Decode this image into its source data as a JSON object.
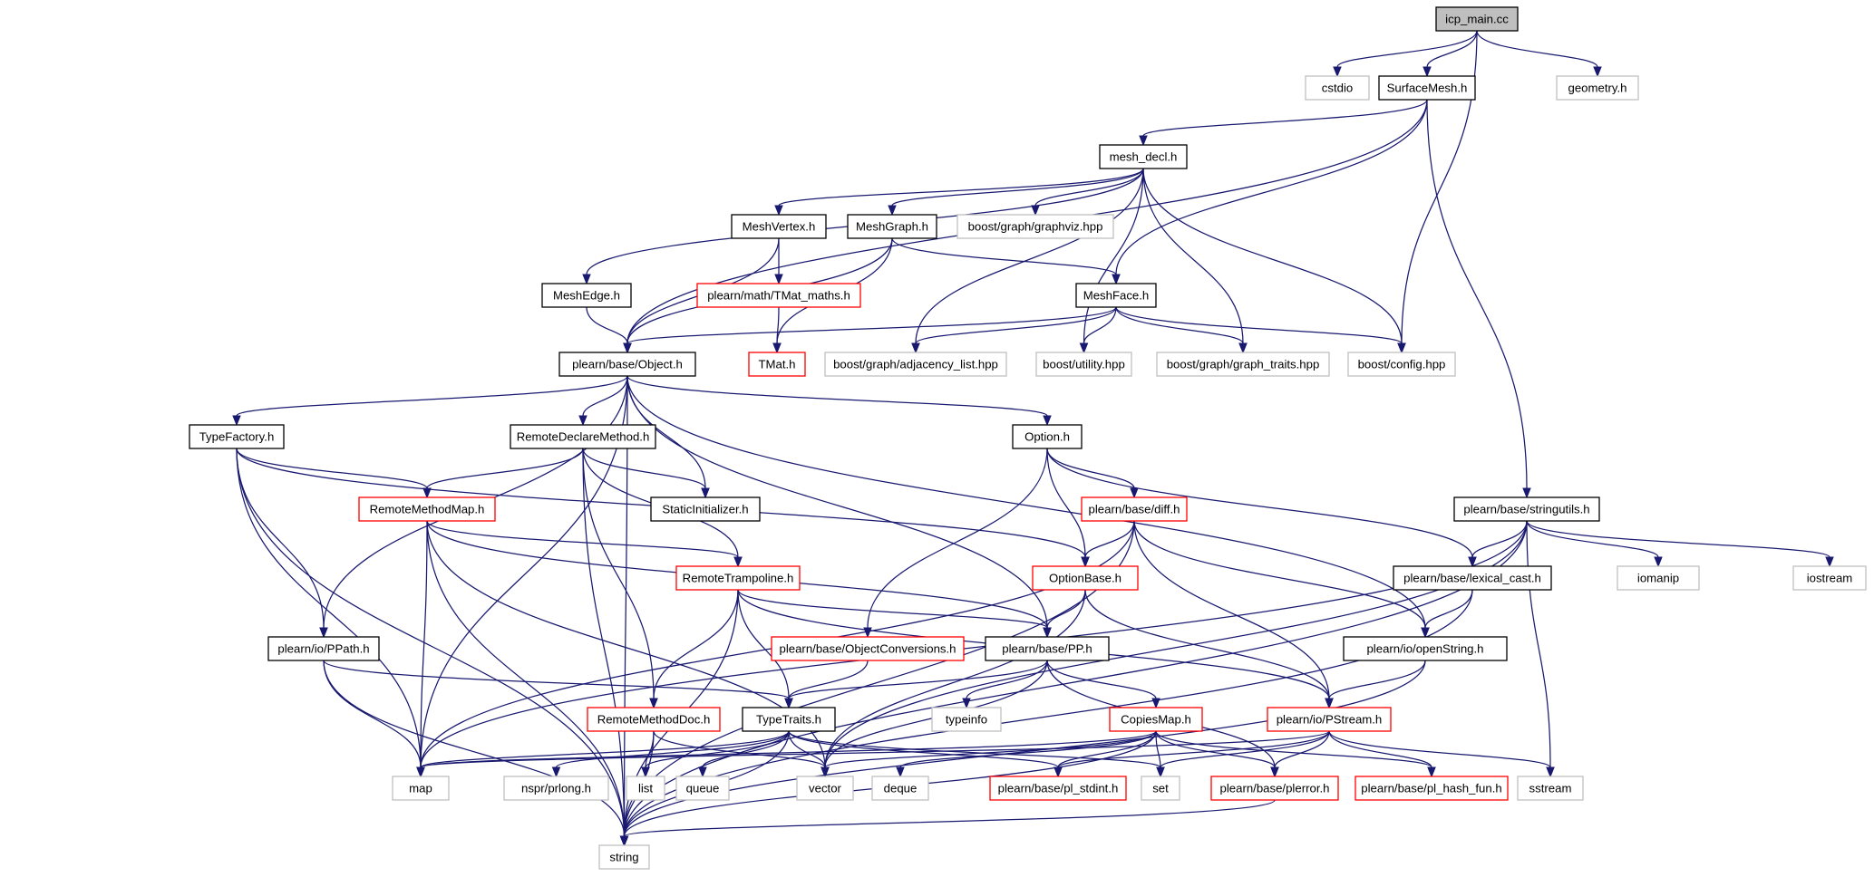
{
  "title": "icp_main.cc",
  "colors": {
    "edge": "#191970",
    "root_fill": "#bfbfbf",
    "root_border": "#000000",
    "documented_border": "#000000",
    "truncated_border": "#ff0000",
    "external_border": "#bfbfbf",
    "external_text": "#000000"
  },
  "nodes": [
    {
      "id": "icp_main",
      "label": "icp_main.cc",
      "kind": "root"
    },
    {
      "id": "cstdio",
      "label": "cstdio",
      "kind": "external"
    },
    {
      "id": "surfacemesh",
      "label": "SurfaceMesh.h",
      "kind": "documented"
    },
    {
      "id": "geometry",
      "label": "geometry.h",
      "kind": "external"
    },
    {
      "id": "mesh_decl",
      "label": "mesh_decl.h",
      "kind": "documented"
    },
    {
      "id": "meshvertex",
      "label": "MeshVertex.h",
      "kind": "documented"
    },
    {
      "id": "meshgraph",
      "label": "MeshGraph.h",
      "kind": "documented"
    },
    {
      "id": "graphviz",
      "label": "boost/graph/graphviz.hpp",
      "kind": "external"
    },
    {
      "id": "meshedge",
      "label": "MeshEdge.h",
      "kind": "documented"
    },
    {
      "id": "tmat_maths",
      "label": "plearn/math/TMat_maths.h",
      "kind": "truncated"
    },
    {
      "id": "meshface",
      "label": "MeshFace.h",
      "kind": "documented"
    },
    {
      "id": "object",
      "label": "plearn/base/Object.h",
      "kind": "documented"
    },
    {
      "id": "tmat",
      "label": "TMat.h",
      "kind": "truncated"
    },
    {
      "id": "adjlist",
      "label": "boost/graph/adjacency_list.hpp",
      "kind": "external"
    },
    {
      "id": "butility",
      "label": "boost/utility.hpp",
      "kind": "external"
    },
    {
      "id": "graphtraits",
      "label": "boost/graph/graph_traits.hpp",
      "kind": "external"
    },
    {
      "id": "bconfig",
      "label": "boost/config.hpp",
      "kind": "external"
    },
    {
      "id": "typefactory",
      "label": "TypeFactory.h",
      "kind": "documented"
    },
    {
      "id": "remotedeclare",
      "label": "RemoteDeclareMethod.h",
      "kind": "documented"
    },
    {
      "id": "option",
      "label": "Option.h",
      "kind": "documented"
    },
    {
      "id": "staticinit",
      "label": "StaticInitializer.h",
      "kind": "documented"
    },
    {
      "id": "remotemethodmap",
      "label": "RemoteMethodMap.h",
      "kind": "truncated"
    },
    {
      "id": "diff",
      "label": "plearn/base/diff.h",
      "kind": "truncated"
    },
    {
      "id": "stringutils",
      "label": "plearn/base/stringutils.h",
      "kind": "documented"
    },
    {
      "id": "iomanip",
      "label": "iomanip",
      "kind": "external"
    },
    {
      "id": "iostream",
      "label": "iostream",
      "kind": "external"
    },
    {
      "id": "remotetrampoline",
      "label": "RemoteTrampoline.h",
      "kind": "truncated"
    },
    {
      "id": "optionbase",
      "label": "OptionBase.h",
      "kind": "truncated"
    },
    {
      "id": "lexicalcast",
      "label": "plearn/base/lexical_cast.h",
      "kind": "documented"
    },
    {
      "id": "ppath",
      "label": "plearn/io/PPath.h",
      "kind": "documented"
    },
    {
      "id": "objconv",
      "label": "plearn/base/ObjectConversions.h",
      "kind": "truncated"
    },
    {
      "id": "pp",
      "label": "plearn/base/PP.h",
      "kind": "documented"
    },
    {
      "id": "openstring",
      "label": "plearn/io/openString.h",
      "kind": "documented"
    },
    {
      "id": "remotemethoddoc",
      "label": "RemoteMethodDoc.h",
      "kind": "truncated"
    },
    {
      "id": "typetraits",
      "label": "TypeTraits.h",
      "kind": "documented"
    },
    {
      "id": "typeinfo",
      "label": "typeinfo",
      "kind": "external"
    },
    {
      "id": "copiesmap",
      "label": "CopiesMap.h",
      "kind": "truncated"
    },
    {
      "id": "pstream",
      "label": "plearn/io/PStream.h",
      "kind": "truncated"
    },
    {
      "id": "map",
      "label": "map",
      "kind": "external"
    },
    {
      "id": "nsprlong",
      "label": "nspr/prlong.h",
      "kind": "external"
    },
    {
      "id": "list",
      "label": "list",
      "kind": "external"
    },
    {
      "id": "queue",
      "label": "queue",
      "kind": "external"
    },
    {
      "id": "vector",
      "label": "vector",
      "kind": "external"
    },
    {
      "id": "deque",
      "label": "deque",
      "kind": "external"
    },
    {
      "id": "plstdint",
      "label": "plearn/base/pl_stdint.h",
      "kind": "truncated"
    },
    {
      "id": "set",
      "label": "set",
      "kind": "external"
    },
    {
      "id": "plerror",
      "label": "plearn/base/plerror.h",
      "kind": "truncated"
    },
    {
      "id": "plhash",
      "label": "plearn/base/pl_hash_fun.h",
      "kind": "truncated"
    },
    {
      "id": "sstream",
      "label": "sstream",
      "kind": "external"
    },
    {
      "id": "string",
      "label": "string",
      "kind": "external"
    }
  ],
  "edges": [
    [
      "icp_main",
      "cstdio"
    ],
    [
      "icp_main",
      "surfacemesh"
    ],
    [
      "icp_main",
      "geometry"
    ],
    [
      "icp_main",
      "bconfig"
    ],
    [
      "surfacemesh",
      "mesh_decl"
    ],
    [
      "surfacemesh",
      "object"
    ],
    [
      "surfacemesh",
      "meshface"
    ],
    [
      "surfacemesh",
      "stringutils"
    ],
    [
      "mesh_decl",
      "meshvertex"
    ],
    [
      "mesh_decl",
      "meshgraph"
    ],
    [
      "mesh_decl",
      "graphviz"
    ],
    [
      "mesh_decl",
      "meshedge"
    ],
    [
      "mesh_decl",
      "adjlist"
    ],
    [
      "mesh_decl",
      "butility"
    ],
    [
      "mesh_decl",
      "graphtraits"
    ],
    [
      "mesh_decl",
      "bconfig"
    ],
    [
      "meshvertex",
      "tmat_maths"
    ],
    [
      "meshvertex",
      "object"
    ],
    [
      "meshgraph",
      "object"
    ],
    [
      "meshgraph",
      "tmat"
    ],
    [
      "meshgraph",
      "meshface"
    ],
    [
      "meshedge",
      "object"
    ],
    [
      "tmat_maths",
      "tmat"
    ],
    [
      "meshface",
      "object"
    ],
    [
      "meshface",
      "adjlist"
    ],
    [
      "meshface",
      "butility"
    ],
    [
      "meshface",
      "graphtraits"
    ],
    [
      "meshface",
      "bconfig"
    ],
    [
      "object",
      "typefactory"
    ],
    [
      "object",
      "remotedeclare"
    ],
    [
      "object",
      "option"
    ],
    [
      "object",
      "staticinit"
    ],
    [
      "object",
      "ppath"
    ],
    [
      "object",
      "pp"
    ],
    [
      "object",
      "openstring"
    ],
    [
      "object",
      "map"
    ],
    [
      "object",
      "string"
    ],
    [
      "typefactory",
      "remotemethodmap"
    ],
    [
      "typefactory",
      "ppath"
    ],
    [
      "typefactory",
      "optionbase"
    ],
    [
      "typefactory",
      "map"
    ],
    [
      "typefactory",
      "string"
    ],
    [
      "remotedeclare",
      "remotemethodmap"
    ],
    [
      "remotedeclare",
      "staticinit"
    ],
    [
      "remotedeclare",
      "remotetrampoline"
    ],
    [
      "remotedeclare",
      "remotemethoddoc"
    ],
    [
      "remotedeclare",
      "string"
    ],
    [
      "option",
      "diff"
    ],
    [
      "option",
      "optionbase"
    ],
    [
      "option",
      "objconv"
    ],
    [
      "option",
      "lexicalcast"
    ],
    [
      "remotemethodmap",
      "remotetrampoline"
    ],
    [
      "remotemethodmap",
      "pp"
    ],
    [
      "remotemethodmap",
      "map"
    ],
    [
      "remotemethodmap",
      "vector"
    ],
    [
      "remotemethodmap",
      "string"
    ],
    [
      "diff",
      "optionbase"
    ],
    [
      "diff",
      "openstring"
    ],
    [
      "diff",
      "pstream"
    ],
    [
      "diff",
      "map"
    ],
    [
      "diff",
      "string"
    ],
    [
      "stringutils",
      "lexicalcast"
    ],
    [
      "stringutils",
      "iomanip"
    ],
    [
      "stringutils",
      "iostream"
    ],
    [
      "stringutils",
      "map"
    ],
    [
      "stringutils",
      "vector"
    ],
    [
      "stringutils",
      "sstream"
    ],
    [
      "stringutils",
      "string"
    ],
    [
      "remotetrampoline",
      "pp"
    ],
    [
      "remotetrampoline",
      "typetraits"
    ],
    [
      "remotetrampoline",
      "remotemethoddoc"
    ],
    [
      "remotetrampoline",
      "pstream"
    ],
    [
      "remotetrampoline",
      "string"
    ],
    [
      "optionbase",
      "pp"
    ],
    [
      "optionbase",
      "pstream"
    ],
    [
      "optionbase",
      "vector"
    ],
    [
      "lexicalcast",
      "openstring"
    ],
    [
      "lexicalcast",
      "string"
    ],
    [
      "ppath",
      "typetraits"
    ],
    [
      "ppath",
      "map"
    ],
    [
      "ppath",
      "string"
    ],
    [
      "objconv",
      "typetraits"
    ],
    [
      "pp",
      "typetraits"
    ],
    [
      "pp",
      "typeinfo"
    ],
    [
      "pp",
      "copiesmap"
    ],
    [
      "pp",
      "plerror"
    ],
    [
      "pp",
      "vector"
    ],
    [
      "openstring",
      "pstream"
    ],
    [
      "openstring",
      "string"
    ],
    [
      "remotemethoddoc",
      "list"
    ],
    [
      "remotemethoddoc",
      "vector"
    ],
    [
      "remotemethoddoc",
      "string"
    ],
    [
      "typetraits",
      "map"
    ],
    [
      "typetraits",
      "nsprlong"
    ],
    [
      "typetraits",
      "list"
    ],
    [
      "typetraits",
      "queue"
    ],
    [
      "typetraits",
      "vector"
    ],
    [
      "typetraits",
      "plstdint"
    ],
    [
      "typetraits",
      "set"
    ],
    [
      "typetraits",
      "string"
    ],
    [
      "copiesmap",
      "map"
    ],
    [
      "copiesmap",
      "vector"
    ],
    [
      "copiesmap",
      "deque"
    ],
    [
      "copiesmap",
      "set"
    ],
    [
      "copiesmap",
      "plstdint"
    ],
    [
      "copiesmap",
      "plerror"
    ],
    [
      "copiesmap",
      "plhash"
    ],
    [
      "copiesmap",
      "string"
    ],
    [
      "pstream",
      "map"
    ],
    [
      "pstream",
      "set"
    ],
    [
      "pstream",
      "plstdint"
    ],
    [
      "pstream",
      "plerror"
    ],
    [
      "pstream",
      "plhash"
    ],
    [
      "pstream",
      "sstream"
    ],
    [
      "plerror",
      "string"
    ]
  ]
}
